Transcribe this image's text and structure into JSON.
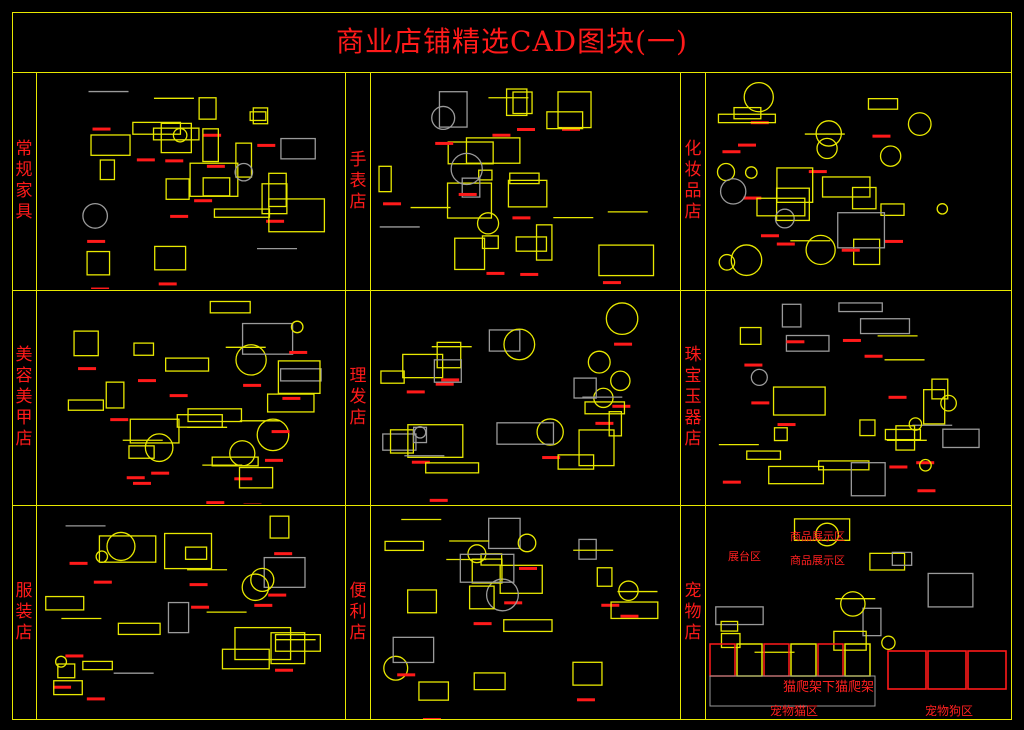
{
  "title": "商业店铺精选CAD图块(一)",
  "sections": [
    {
      "label": "常规家具",
      "notes": []
    },
    {
      "label": "手表店",
      "notes": []
    },
    {
      "label": "化妆品店",
      "notes": []
    },
    {
      "label": "美容美甲店",
      "notes": []
    },
    {
      "label": "理发店",
      "notes": []
    },
    {
      "label": "珠宝玉器店",
      "notes": []
    },
    {
      "label": "服装店",
      "notes": []
    },
    {
      "label": "便利店",
      "notes": []
    },
    {
      "label": "宠物店",
      "notes": [
        "展台区",
        "商品展示区",
        "商品展示区",
        "猫爬架下猫爬架",
        "宠物猫区",
        "宠物狗区"
      ]
    }
  ],
  "colors": {
    "line": "#e8e800",
    "text": "#ff1a1a",
    "secondary": "#9a9a9a",
    "background": "#000000"
  }
}
